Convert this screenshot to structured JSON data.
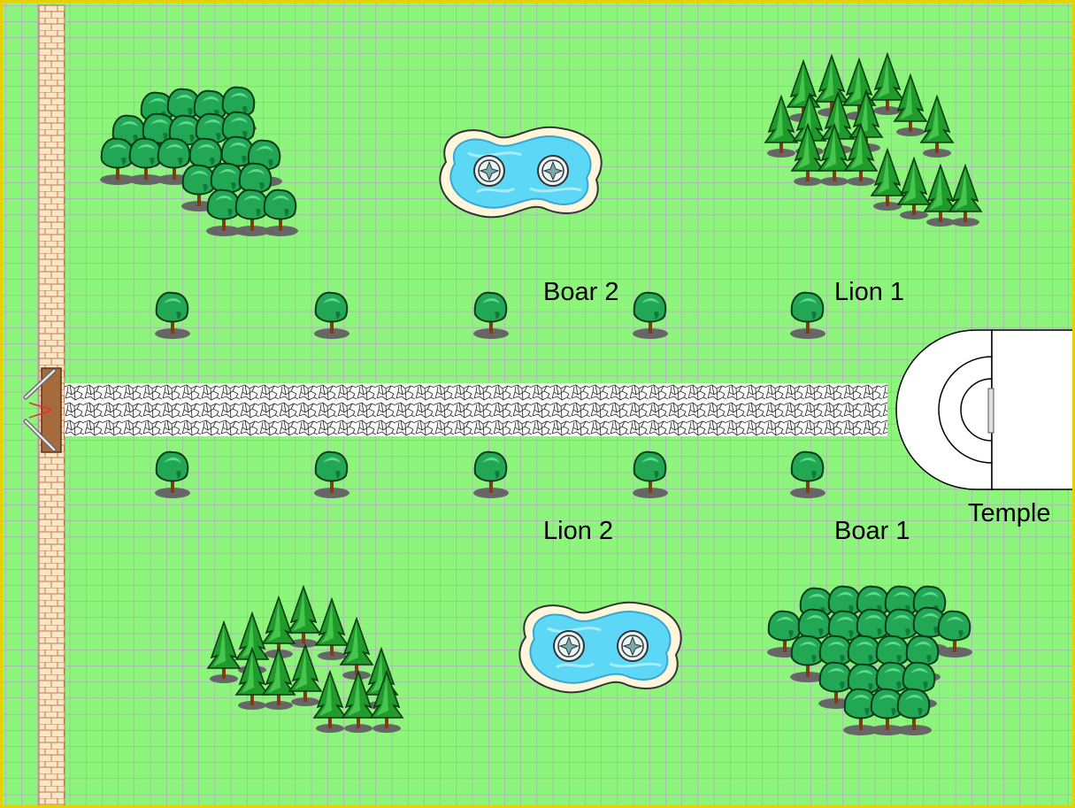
{
  "map": {
    "colors": {
      "grass": "#8ef57c",
      "grid_line": "#c08bd8",
      "border": "#e8d000",
      "wall_brick": "#f7e7c4",
      "wall_mortar": "#c07a5a",
      "gate_wood": "#a66b3c",
      "water": "#5cd7f5",
      "temple_fill": "#ffffff"
    },
    "labels": {
      "boar2": "Boar 2",
      "lion1": "Lion 1",
      "lion2": "Lion 2",
      "boar1": "Boar 1",
      "temple": "Temple"
    },
    "features": [
      "city-wall",
      "gate",
      "stone-path",
      "temple",
      "ponds",
      "round-trees",
      "pine-trees",
      "small-trees"
    ]
  }
}
